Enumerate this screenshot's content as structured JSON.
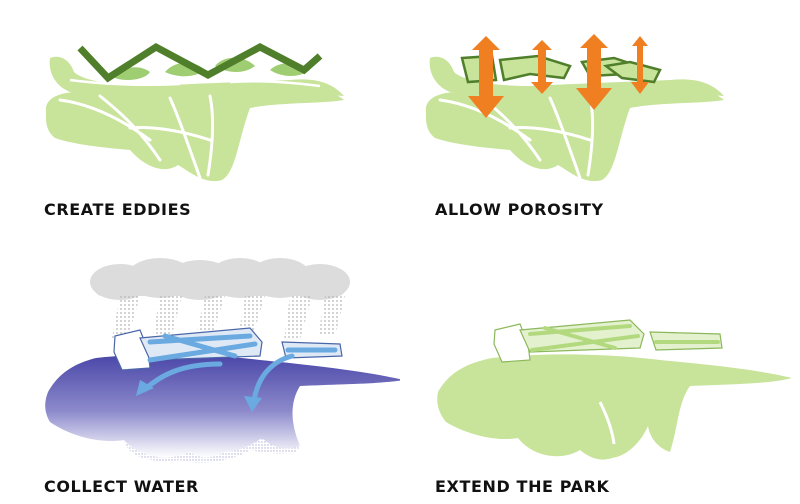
{
  "panels": [
    {
      "caption": "CREATE EDDIES"
    },
    {
      "caption": "ALLOW POROSITY"
    },
    {
      "caption": "COLLECT WATER"
    },
    {
      "caption": "EXTEND THE PARK"
    }
  ],
  "colors": {
    "park_green": "#c8e39a",
    "dark_green": "#4f7f2a",
    "eddy_green": "#9fcd72",
    "arrow_orange": "#f07f22",
    "water_blue": "#6aaae0",
    "water_deep": "#4a46a8",
    "cloud_grey": "#dcdcdc"
  },
  "icons": [
    "zigzag-line",
    "vertical-double-arrow",
    "flow-arrow",
    "cloud"
  ]
}
